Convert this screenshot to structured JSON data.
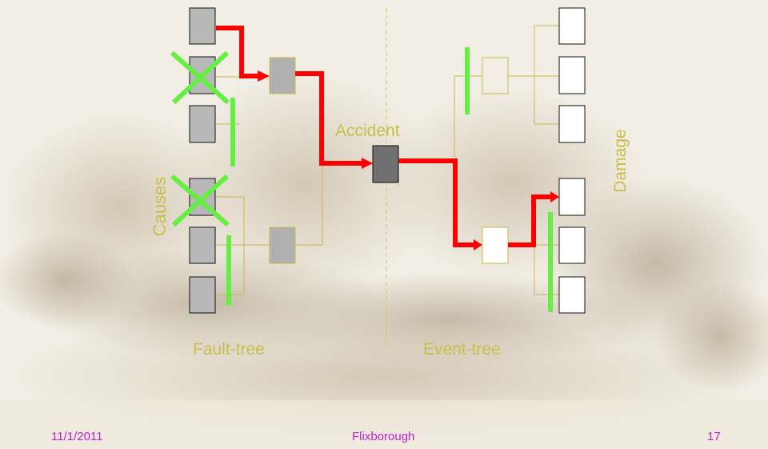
{
  "labels": {
    "causes": "Causes",
    "accident": "Accident",
    "damage": "Damage",
    "fault_tree": "Fault-tree",
    "event_tree": "Event-tree"
  },
  "footer": {
    "date": "11/1/2011",
    "title": "Flixborough",
    "page": "17"
  },
  "colors": {
    "label_olive": "#c8c04a",
    "footer_magenta": "#c020c8",
    "path_red": "#ff0000",
    "barrier_green": "#66ee44",
    "cause_box_fill": "#b8b8b8",
    "accident_box_fill": "#707070",
    "damage_box_fill": "#ffffff",
    "connector_olive": "#c8b84a"
  }
}
